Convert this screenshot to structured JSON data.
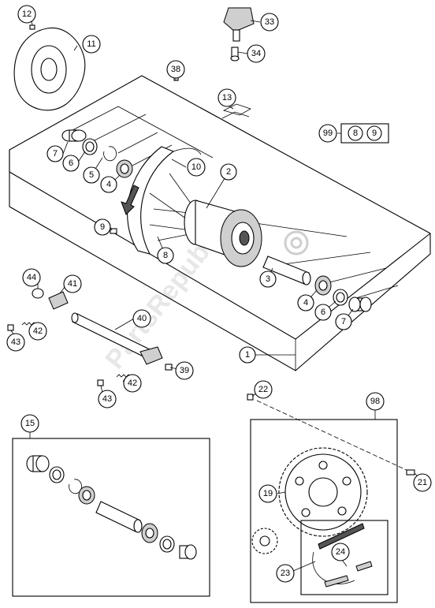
{
  "callouts": {
    "c1": "1",
    "c2": "2",
    "c3": "3",
    "c4a": "4",
    "c4b": "4",
    "c5": "5",
    "c6a": "6",
    "c6b": "6",
    "c7a": "7",
    "c7b": "7",
    "c8": "8",
    "c9": "9",
    "c10": "10",
    "c11": "11",
    "c12": "12",
    "c13": "13",
    "c15": "15",
    "c19": "19",
    "c21": "21",
    "c22": "22",
    "c23": "23",
    "c24": "24",
    "c33": "33",
    "c34": "34",
    "c38": "38",
    "c39": "39",
    "c40": "40",
    "c41": "41",
    "c42a": "42",
    "c42b": "42",
    "c43a": "43",
    "c43b": "43",
    "c44": "44",
    "c98": "98",
    "c99": "99",
    "c99_8": "8",
    "c99_9": "9"
  },
  "watermark": "PartsRepublik"
}
